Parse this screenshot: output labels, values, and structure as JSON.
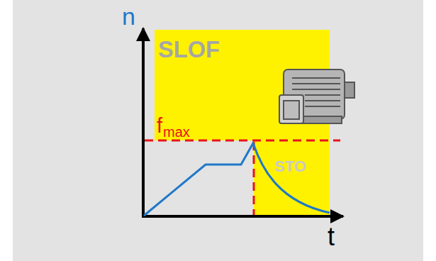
{
  "diagram": {
    "nodes": [
      {
        "text": [
          "SLOF"
        ]
      },
      {
        "text": [
          "STO"
        ]
      }
    ],
    "labels": [
      "n",
      "t",
      "f",
      "max"
    ]
  }
}
